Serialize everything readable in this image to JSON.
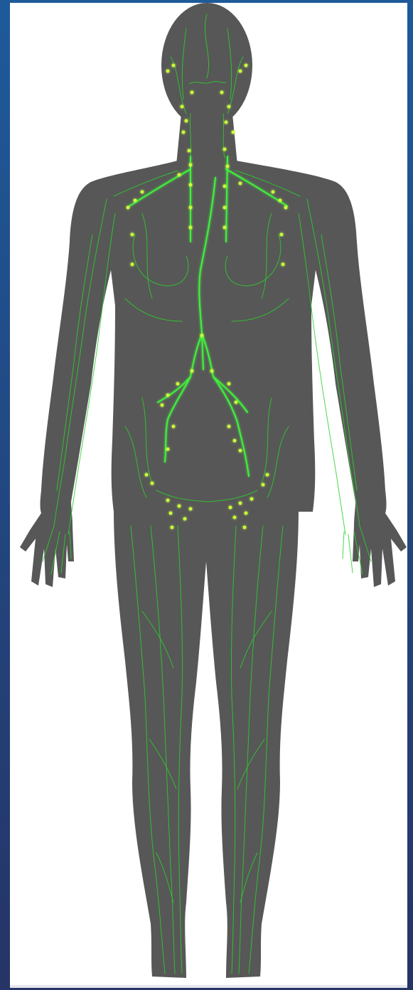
{
  "figure": {
    "colors": {
      "frame_top": "#1e5a9a",
      "frame_bottom": "#263466",
      "panel": "#ffffff",
      "body": "#575757",
      "vessel": "#2bd12b",
      "main_vessel": "#41f03c",
      "node": "#c8ff3a"
    },
    "icons": [
      "human-body-silhouette",
      "lymph-vessel",
      "lymph-node"
    ]
  }
}
